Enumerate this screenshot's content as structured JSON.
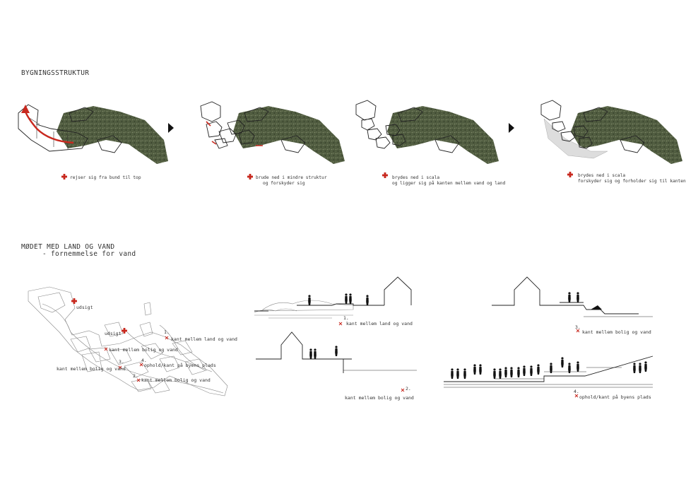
{
  "colors": {
    "accent_red": "#c8281e",
    "terrain": "#4e5a3e",
    "line": "#222222",
    "text": "#333333"
  },
  "section1": {
    "title": "BYGNINGSSTRUKTUR",
    "steps": [
      {
        "caption_lines": [
          "rejser sig fra bund til top"
        ]
      },
      {
        "caption_lines": [
          "brude ned i mindre struktur",
          "og forskyder sig"
        ]
      },
      {
        "caption_lines": [
          "brydes ned i scala",
          "og ligger sig på kanten mellem vand og land"
        ]
      },
      {
        "caption_lines": [
          "brydes ned i scala",
          "forskyder sig og forholder sig til kanten"
        ]
      }
    ],
    "arrow_icons": [
      "play-arrow-icon",
      "play-arrow-icon"
    ]
  },
  "section2": {
    "title": "MØDET MED LAND OG VAND",
    "subtitle": "- fornemmelse for vand",
    "map_labels": {
      "udsigt_top": "udsigt",
      "udsigt_mid": "udsigt",
      "kant_land_vand": "kant mellem land og vand",
      "kant_bolig_vand_a": "kant mellem bolig og vand",
      "kant_bolig_vand_b": "kant mellem bolig og vand",
      "kant_bolig_vand_c": "kant mellem bolig og vand",
      "ophold": "ophold/kant på byens plads",
      "n1": "1.",
      "n2": "2.",
      "n3": "3.",
      "n4": "4."
    },
    "sections": [
      {
        "number": "1.",
        "label": "kant  mellem land og vand"
      },
      {
        "number": "2.",
        "label": "kant mellem bolig og vand"
      },
      {
        "number": "3.",
        "label": "kant mellem bolig og vand"
      },
      {
        "number": "4.",
        "label": "ophold/kant på byens plads"
      }
    ]
  }
}
